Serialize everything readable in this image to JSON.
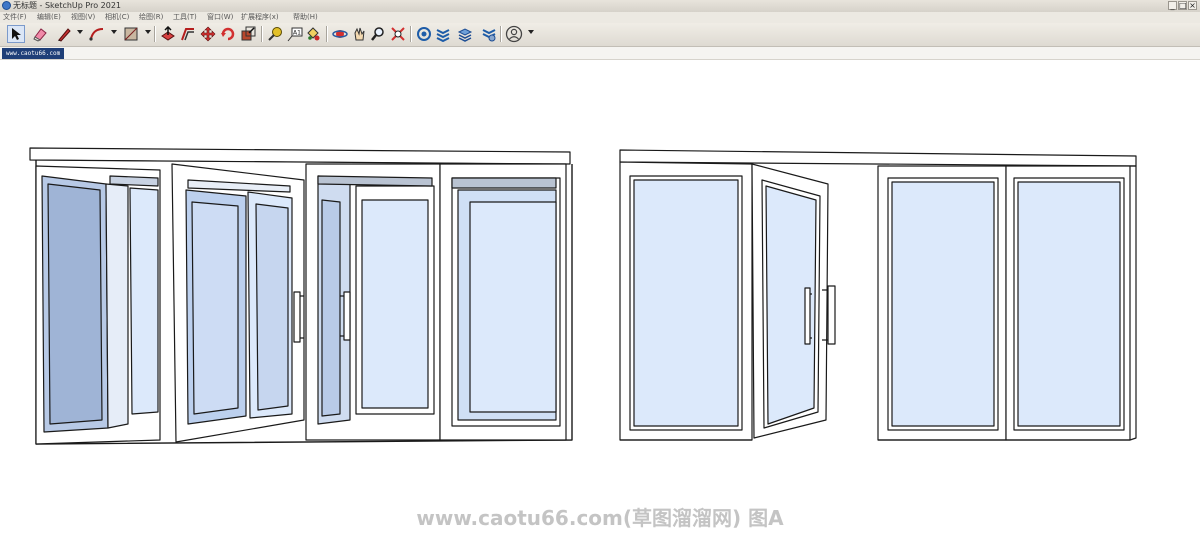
{
  "window": {
    "title": "无标题 - SketchUp Pro 2021",
    "controls": {
      "minimize": "_",
      "restore": "□",
      "close": "×"
    }
  },
  "menu": {
    "items": [
      "文件(F)",
      "编辑(E)",
      "视图(V)",
      "相机(C)",
      "绘图(R)",
      "工具(T)",
      "窗口(W)",
      "扩展程序(x)",
      "帮助(H)"
    ]
  },
  "toolbar": {
    "tools": [
      "select-icon",
      "eraser-icon",
      "pencil-line-icon",
      "arc-icon",
      "rectangle-icon",
      "push-pull-icon",
      "offset-icon",
      "move-icon",
      "rotate-icon",
      "scale-icon",
      "tape-measure-icon",
      "text-icon",
      "paint-bucket-icon",
      "orbit-icon",
      "pan-icon",
      "zoom-icon",
      "zoom-extents-icon",
      "warehouse-icon",
      "extension-warehouse-icon",
      "layout-icon",
      "extension-manager-icon",
      "account-icon"
    ],
    "text_tool_label": "A1"
  },
  "scene": {
    "tab_label": "www.caotu66.com"
  },
  "watermark": {
    "text": "www.caotu66.com(草图溜溜网) 图A"
  },
  "colors": {
    "glass": "#dce9fb",
    "glass_shaded": "#b9cbe8",
    "frame": "#ffffff",
    "edge": "#1a1a1a",
    "selection_tab": "#1f3f78",
    "watermark": "#c4c4c4"
  }
}
